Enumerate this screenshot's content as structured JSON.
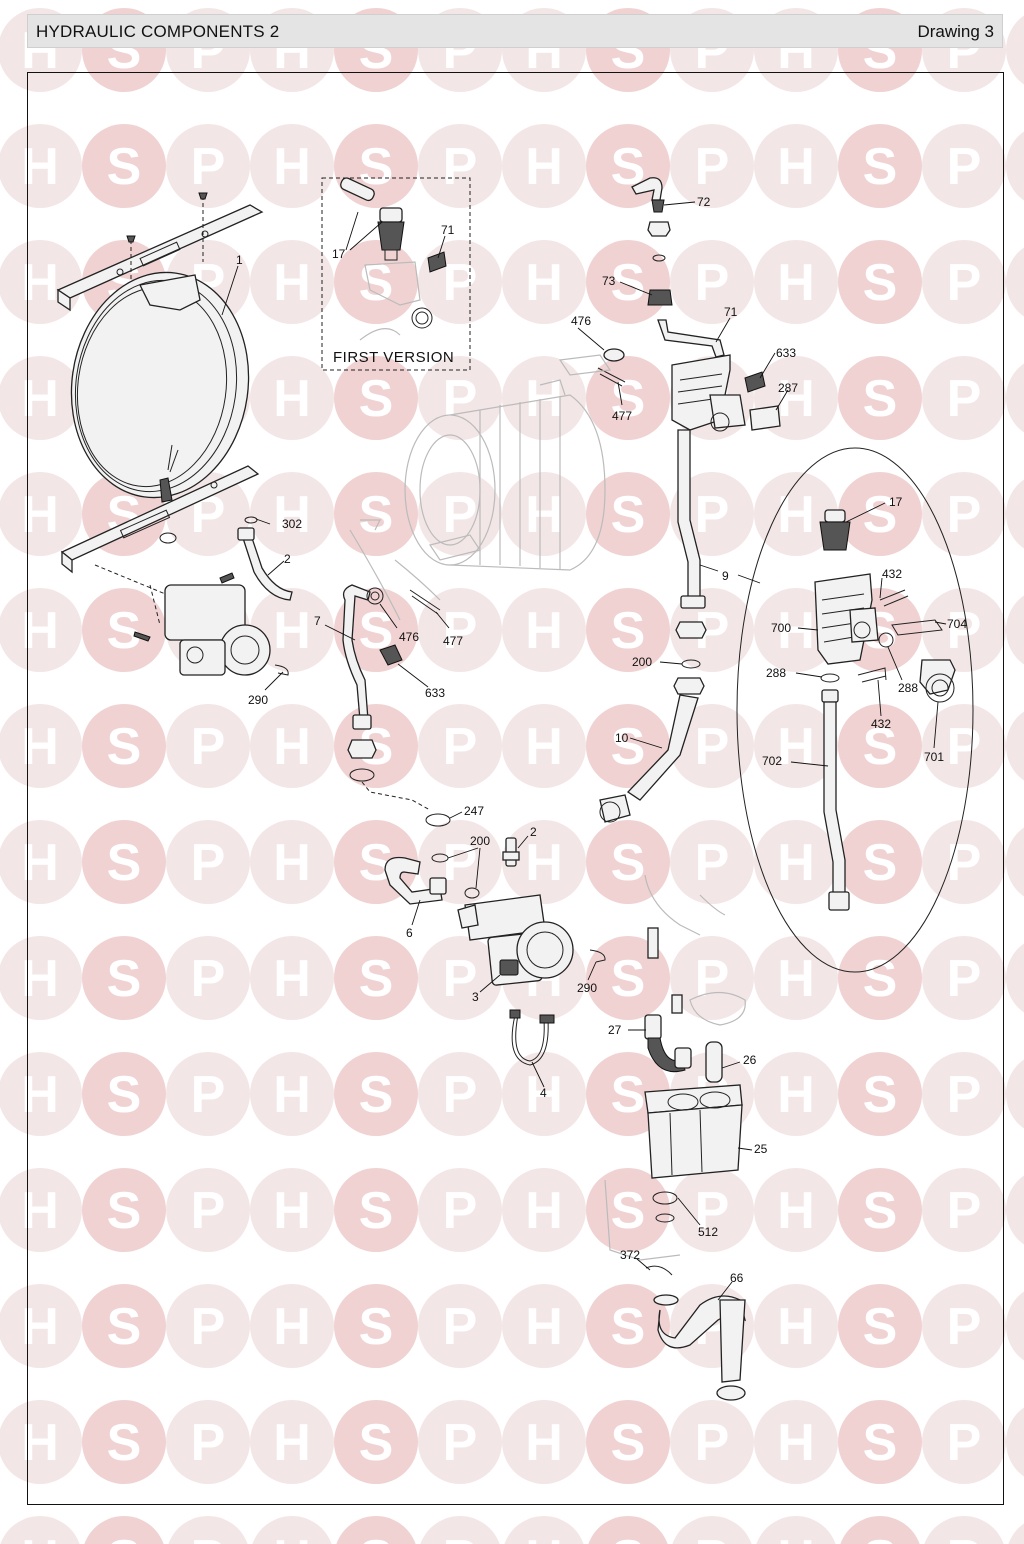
{
  "header": {
    "title": "HYDRAULIC COMPONENTS 2",
    "drawing": "Drawing 3"
  },
  "watermark": {
    "letters": [
      "H",
      "S",
      "P"
    ],
    "circle_color": "#f3e6e6",
    "highlight_color": "#f0d2d2",
    "letter_color": "#ffffff"
  },
  "inset": {
    "caption": "FIRST VERSION"
  },
  "callouts": {
    "c1": "1",
    "c2a": "2",
    "c302": "302",
    "c290a": "290",
    "c17a": "17",
    "c71a": "71",
    "c72": "72",
    "c73": "73",
    "c71b": "71",
    "c633a": "633",
    "c287": "287",
    "c476a": "476",
    "c477a": "477",
    "c7": "7",
    "c476b": "476",
    "c477b": "477",
    "c633b": "633",
    "c9": "9",
    "c200a": "200",
    "c10": "10",
    "c17b": "17",
    "c432a": "432",
    "c700": "700",
    "c704": "704",
    "c288a": "288",
    "c288b": "288",
    "c432b": "432",
    "c701": "701",
    "c702": "702",
    "c247": "247",
    "c200b": "200",
    "c2b": "2",
    "c6": "6",
    "c3": "3",
    "c290b": "290",
    "c4": "4",
    "c27": "27",
    "c26": "26",
    "c25": "25",
    "c512": "512",
    "c372": "372",
    "c66": "66"
  }
}
